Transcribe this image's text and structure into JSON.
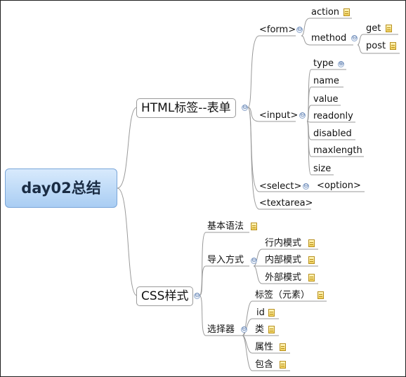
{
  "root": {
    "label": "day02总结"
  },
  "html_branch": {
    "label": "HTML标签--表单",
    "form": {
      "label": "<form>",
      "action": "action",
      "method": "method",
      "get": "get",
      "post": "post"
    },
    "input": {
      "label": "<input>",
      "attrs": [
        "type",
        "name",
        "value",
        "readonly",
        "disabled",
        "maxlength",
        "size"
      ]
    },
    "select": {
      "label": "<select>",
      "option": "<option>"
    },
    "textarea": {
      "label": "<textarea>"
    }
  },
  "css_branch": {
    "label": "CSS样式",
    "syntax": "基本语法",
    "import": {
      "label": "导入方式",
      "items": [
        "行内模式",
        "内部模式",
        "外部模式"
      ]
    },
    "selector": {
      "label": "选择器",
      "items": [
        "标签（元素）",
        "id",
        "类",
        "属性",
        "包含"
      ]
    }
  },
  "toggle_symbols": {
    "collapse": "⊖",
    "expand": "⊕"
  }
}
